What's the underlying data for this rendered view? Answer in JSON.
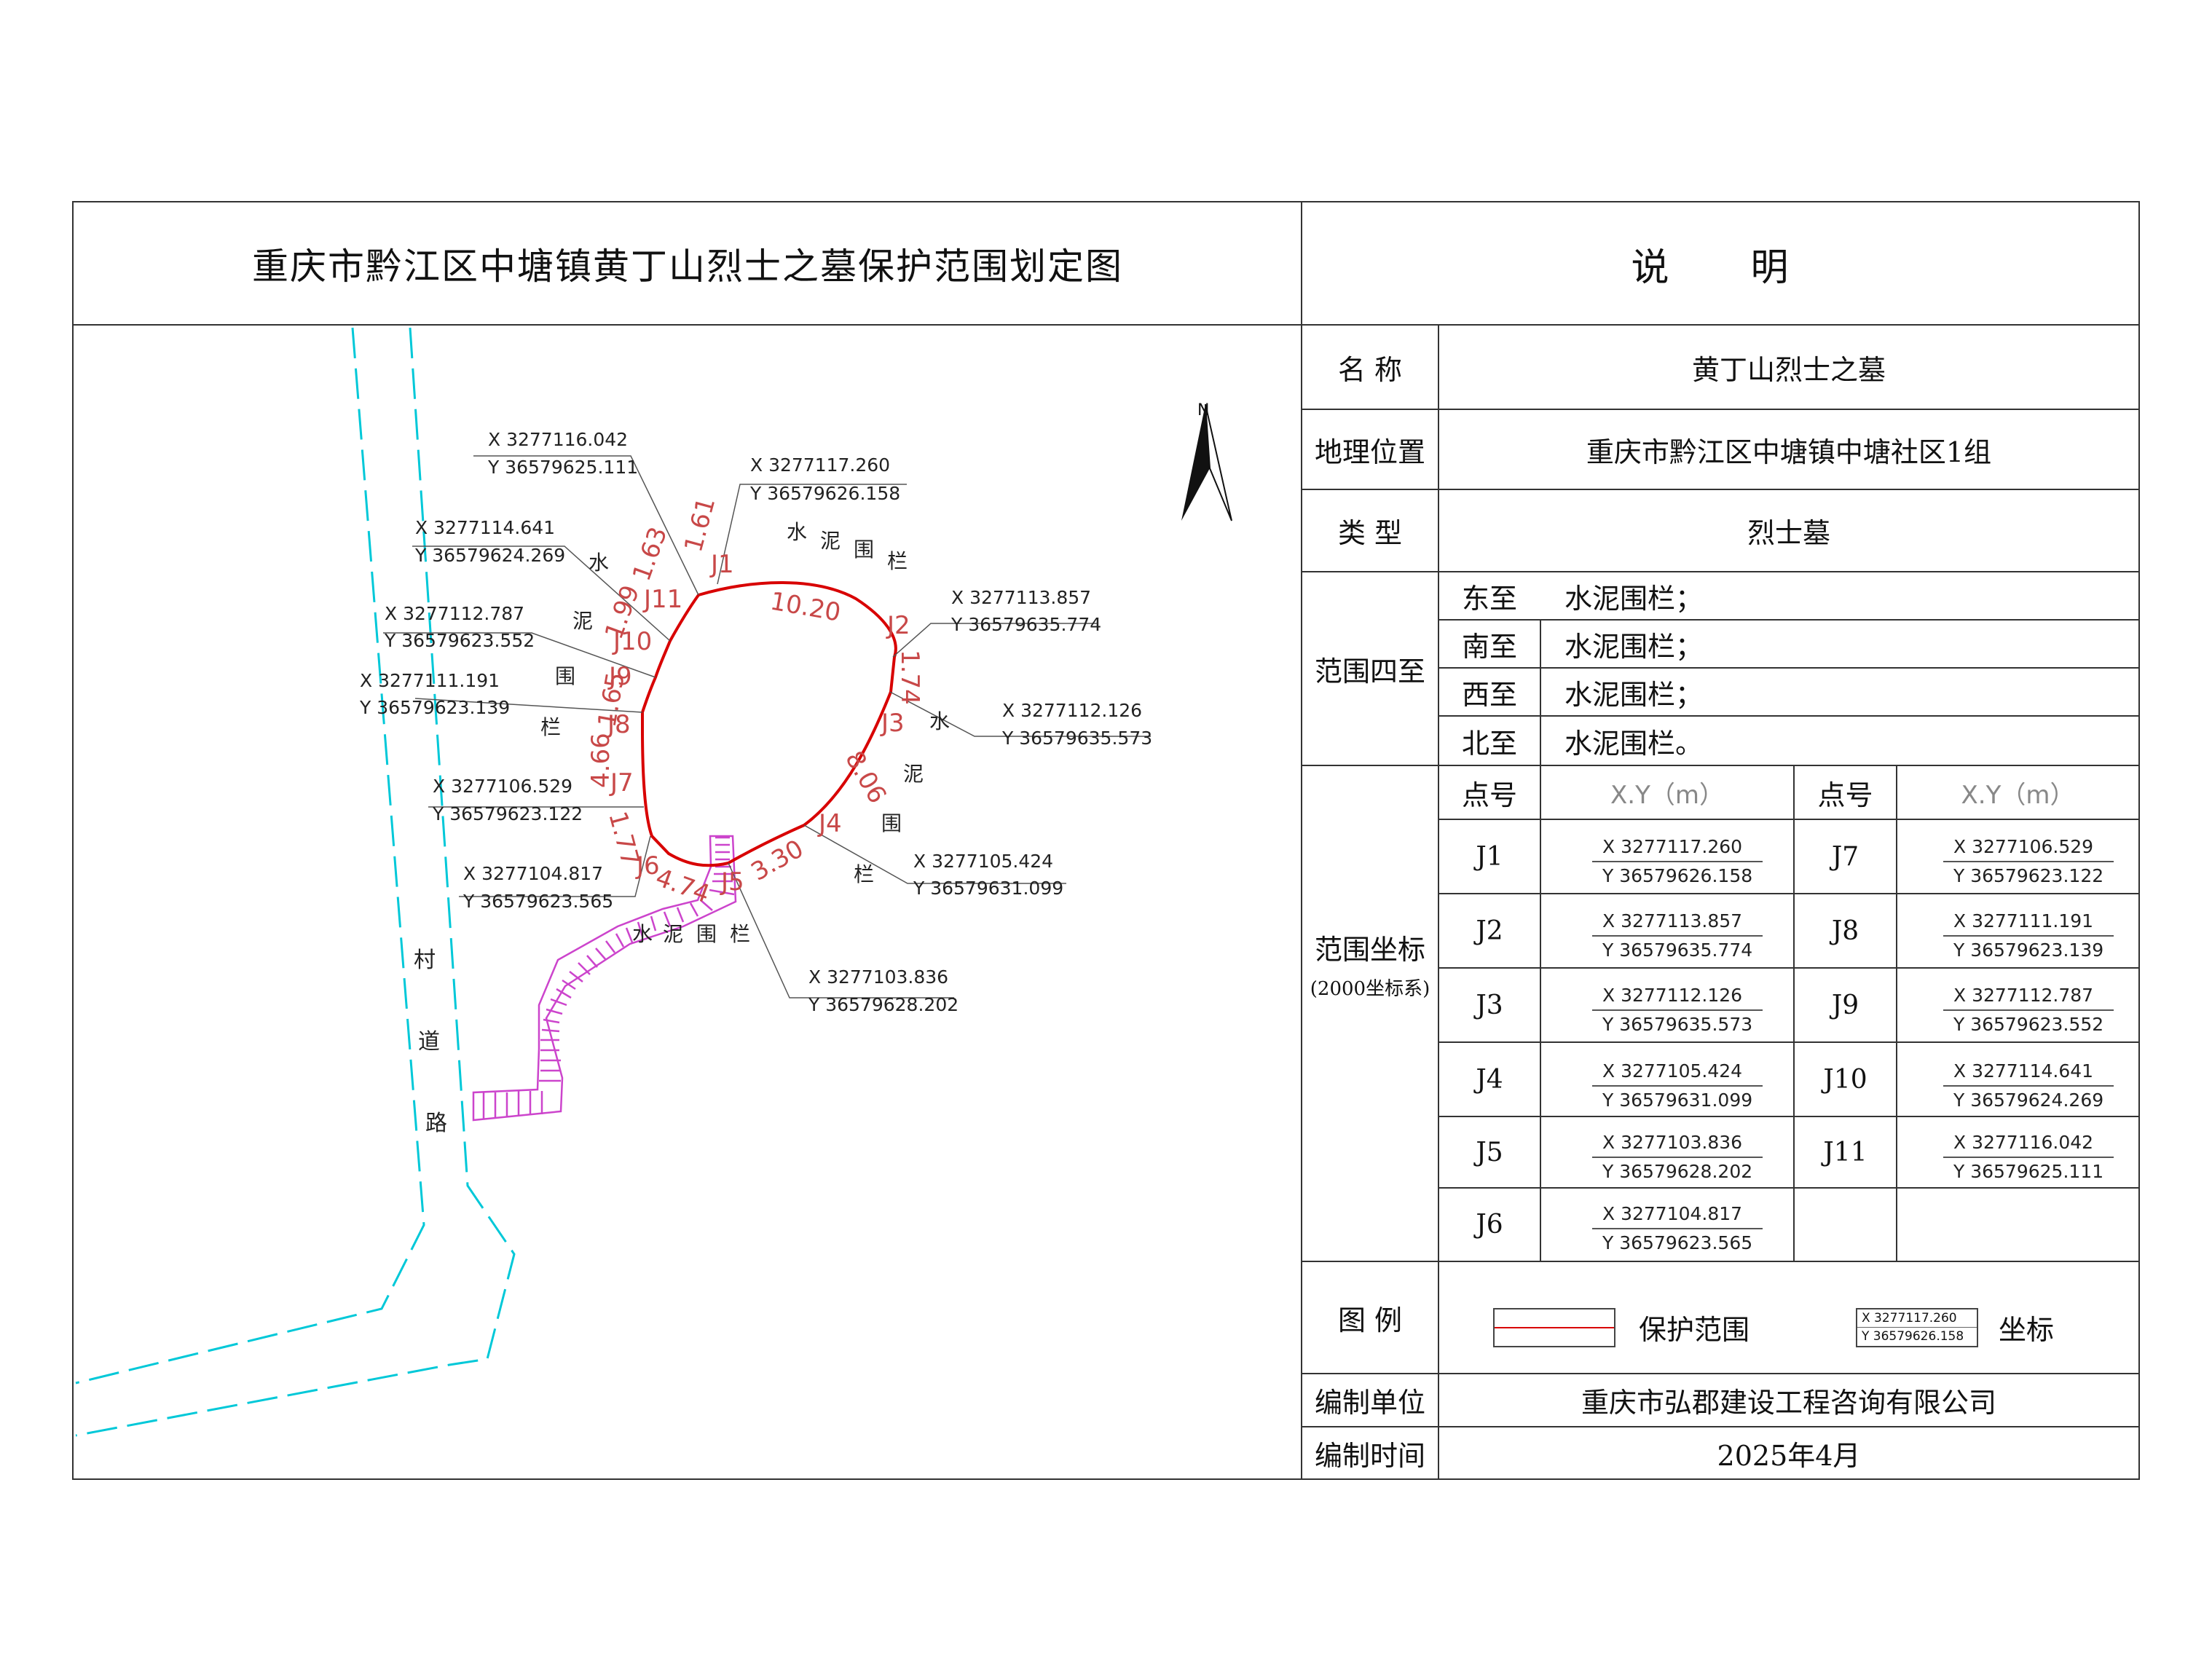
{
  "title": "重庆市黔江区中塘镇黄丁山烈士之墓保护范围划定图",
  "notes_title": "说　明",
  "info": {
    "name_label": "名 称",
    "name_value": "黄丁山烈士之墓",
    "location_label": "地理位置",
    "location_value": "重庆市黔江区中塘镇中塘社区1组",
    "type_label": "类 型",
    "type_value": "烈士墓",
    "bounds_label": "范围四至",
    "bounds": [
      {
        "dir": "东至",
        "value": "水泥围栏；"
      },
      {
        "dir": "南至",
        "value": "水泥围栏；"
      },
      {
        "dir": "西至",
        "value": "水泥围栏；"
      },
      {
        "dir": "北至",
        "value": "水泥围栏。"
      }
    ],
    "coords_label": "范围坐标",
    "coords_sub": "(2000坐标系)",
    "point_header": "点号",
    "xy_header": "X.Y（m）",
    "points": [
      {
        "id": "J1",
        "x": "X 3277117.260",
        "y": "Y 36579626.158"
      },
      {
        "id": "J2",
        "x": "X 3277113.857",
        "y": "Y 36579635.774"
      },
      {
        "id": "J3",
        "x": "X 3277112.126",
        "y": "Y 36579635.573"
      },
      {
        "id": "J4",
        "x": "X 3277105.424",
        "y": "Y 36579631.099"
      },
      {
        "id": "J5",
        "x": "X 3277103.836",
        "y": "Y 36579628.202"
      },
      {
        "id": "J6",
        "x": "X 3277104.817",
        "y": "Y 36579623.565"
      },
      {
        "id": "J7",
        "x": "X 3277106.529",
        "y": "Y 36579623.122"
      },
      {
        "id": "J8",
        "x": "X 3277111.191",
        "y": "Y 36579623.139"
      },
      {
        "id": "J9",
        "x": "X 3277112.787",
        "y": "Y 36579623.552"
      },
      {
        "id": "J10",
        "x": "X 3277114.641",
        "y": "Y 36579624.269"
      },
      {
        "id": "J11",
        "x": "X 3277116.042",
        "y": "Y 36579625.111"
      }
    ],
    "legend_label": "图 例",
    "legend_area": "保护范围",
    "legend_coord": "坐标",
    "legend_sample_x": "X 3277117.260",
    "legend_sample_y": "Y 36579626.158",
    "org_label": "编制单位",
    "org_value": "重庆市弘郡建设工程咨询有限公司",
    "date_label": "编制时间",
    "date_value": "2025年4月"
  },
  "map": {
    "north": "N",
    "fence_text": "水泥围栏",
    "fence_chars": [
      "水",
      "泥",
      "围",
      "栏"
    ],
    "road_chars": [
      "村",
      "道",
      "路"
    ],
    "segments": [
      "10.20",
      "1.74",
      "8.06",
      "3.30",
      "4.74",
      "1.77",
      "4.66",
      "1.65",
      "1.99",
      "1.63",
      "1.61"
    ],
    "colors": {
      "boundary": "#d80000",
      "road": "#00c8d8",
      "steps": "#cc44cc",
      "label": "#c84848"
    }
  }
}
